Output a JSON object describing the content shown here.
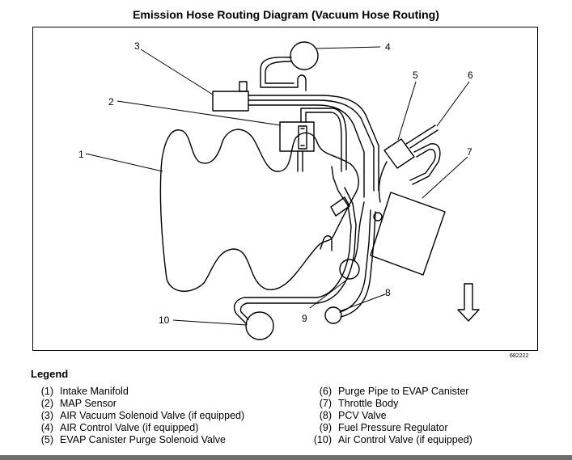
{
  "title": "Emission Hose Routing Diagram (Vacuum Hose Routing)",
  "figure_id": "682222",
  "callouts": [
    "1",
    "2",
    "3",
    "4",
    "5",
    "6",
    "7",
    "8",
    "9",
    "10"
  ],
  "legend": {
    "heading": "Legend",
    "items": [
      {
        "num": "(1)",
        "text": "Intake Manifold"
      },
      {
        "num": "(2)",
        "text": "MAP Sensor"
      },
      {
        "num": "(3)",
        "text": "AIR Vacuum Solenoid Valve (if equipped)"
      },
      {
        "num": "(4)",
        "text": "AIR Control Valve (if equipped)"
      },
      {
        "num": "(5)",
        "text": "EVAP Canister Purge Solenoid Valve"
      },
      {
        "num": "(6)",
        "text": "Purge Pipe to EVAP Canister"
      },
      {
        "num": "(7)",
        "text": "Throttle Body"
      },
      {
        "num": "(8)",
        "text": "PCV Valve"
      },
      {
        "num": "(9)",
        "text": "Fuel Pressure Regulator"
      },
      {
        "num": "(10)",
        "text": "Air Control Valve (if equipped)"
      }
    ]
  }
}
